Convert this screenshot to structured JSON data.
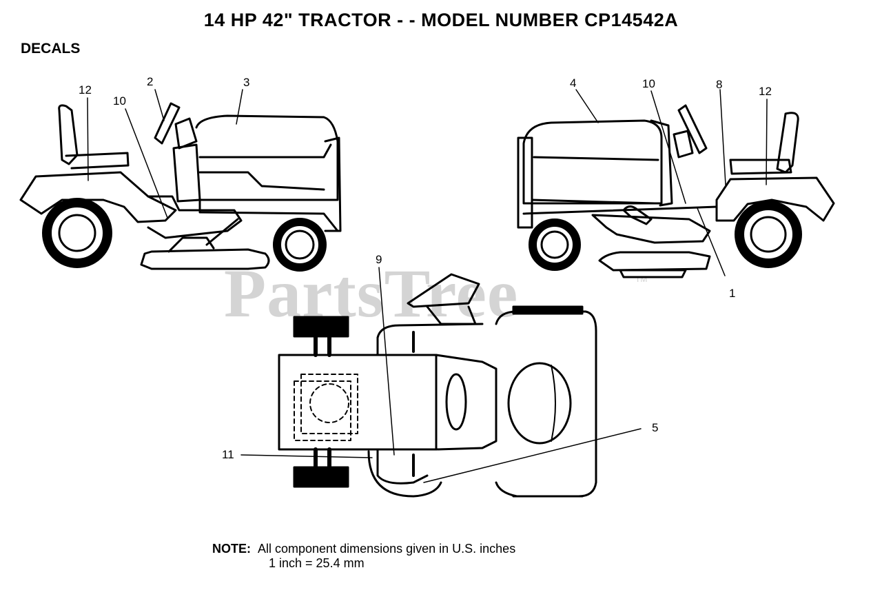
{
  "title": "14 HP 42\" TRACTOR - - MODEL NUMBER CP14542A",
  "section": "DECALS",
  "watermark": "PartsTree",
  "watermark_tm": "TM",
  "callouts": {
    "left_view": {
      "c12": "12",
      "c2": "2",
      "c3": "3",
      "c10": "10"
    },
    "right_view": {
      "c4": "4",
      "c10": "10",
      "c8": "8",
      "c12": "12",
      "c1": "1"
    },
    "top_view": {
      "c9": "9",
      "c5": "5",
      "c11": "11"
    }
  },
  "note": {
    "label": "NOTE:",
    "line1": "All component dimensions given in U.S. inches",
    "line2": "1 inch = 25.4 mm"
  }
}
